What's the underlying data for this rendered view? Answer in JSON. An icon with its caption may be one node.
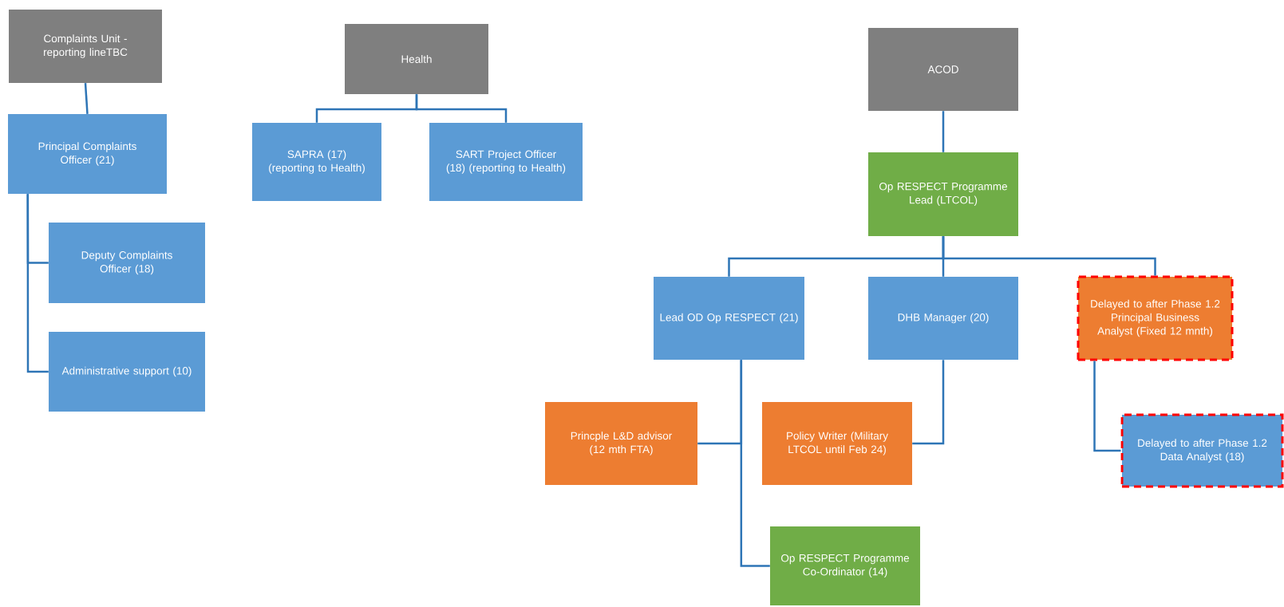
{
  "diagram": {
    "nodes": [
      {
        "text": [
          "Complaints Unit - reporting lineTBC"
        ]
      },
      {
        "text": [
          "Principal Complaints Officer (21)"
        ]
      },
      {
        "text": [
          "Deputy Complaints Officer (18)"
        ]
      },
      {
        "text": [
          "Administrative support (10)"
        ]
      },
      {
        "text": [
          "Health"
        ]
      },
      {
        "text": [
          "SAPRA (17) (reporting to Health)"
        ]
      },
      {
        "text": [
          "SART Project Officer (18) (reporting to Health)"
        ]
      },
      {
        "text": [
          "ACOD"
        ]
      },
      {
        "text": [
          "Op RESPECT Programme Lead (LTCOL)"
        ]
      },
      {
        "text": [
          "Lead OD Op RESPECT (21)"
        ]
      },
      {
        "text": [
          "DHB Manager (20)"
        ]
      },
      {
        "text": [
          "Delayed to after Phase 1.2",
          "Principal Business Analyst (Fixed 12 mnth)"
        ]
      },
      {
        "text": [
          "Princple L&D advisor (12 mth FTA)"
        ]
      },
      {
        "text": [
          "Policy Writer (Military LTCOL until Feb 24)"
        ]
      },
      {
        "text": [
          "Delayed to after Phase 1.2",
          "Data Analyst (18)"
        ]
      },
      {
        "text": [
          "Op RESPECT Programme Co-Ordinator (14)"
        ]
      }
    ],
    "edges": [
      {
        "from": 0,
        "to": 1,
        "arrow": "none"
      },
      {
        "from": 1,
        "to": 2,
        "arrow": "none"
      },
      {
        "from": 1,
        "to": 3,
        "arrow": "none"
      },
      {
        "from": 4,
        "to": 5,
        "arrow": "none"
      },
      {
        "from": 4,
        "to": 6,
        "arrow": "none"
      },
      {
        "from": 7,
        "to": 8,
        "arrow": "none"
      },
      {
        "from": 8,
        "to": 9,
        "arrow": "none"
      },
      {
        "from": 8,
        "to": 10,
        "arrow": "none"
      },
      {
        "from": 8,
        "to": 11,
        "arrow": "none"
      },
      {
        "from": 9,
        "to": 12,
        "arrow": "none"
      },
      {
        "from": 9,
        "to": 15,
        "arrow": "none"
      },
      {
        "from": 10,
        "to": 13,
        "arrow": "none"
      },
      {
        "from": 11,
        "to": 14,
        "arrow": "none"
      }
    ]
  }
}
